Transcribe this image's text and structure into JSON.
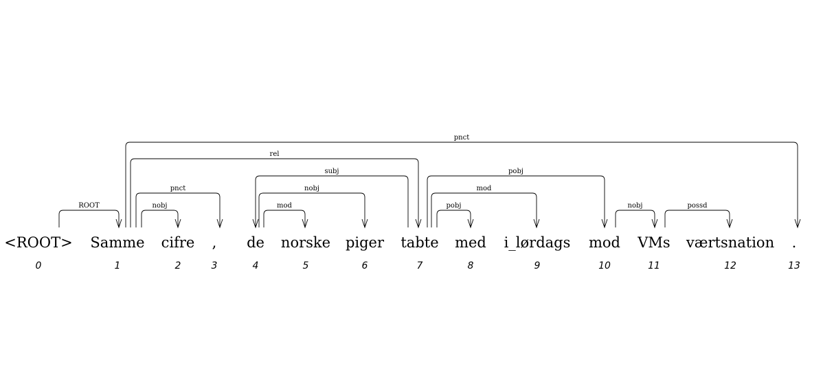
{
  "tokens": [
    {
      "index": "0",
      "word": "<ROOT>"
    },
    {
      "index": "1",
      "word": "Samme"
    },
    {
      "index": "2",
      "word": "cifre"
    },
    {
      "index": "3",
      "word": ","
    },
    {
      "index": "4",
      "word": "de"
    },
    {
      "index": "5",
      "word": "norske"
    },
    {
      "index": "6",
      "word": "piger"
    },
    {
      "index": "7",
      "word": "tabte"
    },
    {
      "index": "8",
      "word": "med"
    },
    {
      "index": "9",
      "word": "i_lørdags"
    },
    {
      "index": "10",
      "word": "mod"
    },
    {
      "index": "11",
      "word": "VMs"
    },
    {
      "index": "12",
      "word": "værtsnation"
    },
    {
      "index": "13",
      "word": "."
    }
  ],
  "arcs": [
    {
      "from": 0,
      "to": 1,
      "label": "ROOT"
    },
    {
      "from": 1,
      "to": 13,
      "label": "pnct"
    },
    {
      "from": 1,
      "to": 7,
      "label": "rel"
    },
    {
      "from": 1,
      "to": 3,
      "label": "pnct"
    },
    {
      "from": 1,
      "to": 2,
      "label": "nobj"
    },
    {
      "from": 7,
      "to": 4,
      "label": "subj"
    },
    {
      "from": 4,
      "to": 6,
      "label": "nobj"
    },
    {
      "from": 4,
      "to": 5,
      "label": "mod"
    },
    {
      "from": 7,
      "to": 10,
      "label": "pobj"
    },
    {
      "from": 7,
      "to": 9,
      "label": "mod"
    },
    {
      "from": 7,
      "to": 8,
      "label": "pobj"
    },
    {
      "from": 10,
      "to": 11,
      "label": "nobj"
    },
    {
      "from": 11,
      "to": 12,
      "label": "possd"
    }
  ]
}
